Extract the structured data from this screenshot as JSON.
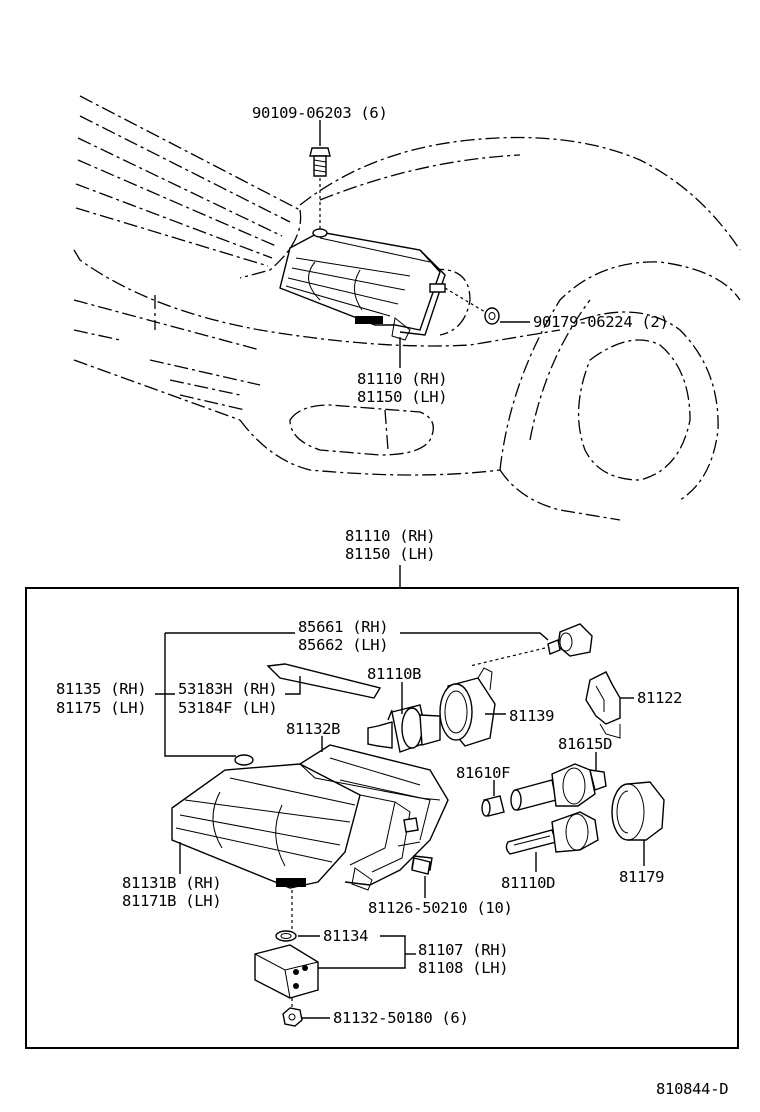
{
  "labels": {
    "bolt_top": "90109-06203 (6)",
    "nut_side": "90179-06224 (2)",
    "assembly_upper_rh": "81110 (RH)",
    "assembly_upper_lh": "81150 (LH)",
    "assembly_box_rh": "81110 (RH)",
    "assembly_box_lh": "81150 (LH)",
    "bulb_85661": "85661 (RH)",
    "bulb_85662": "85662 (LH)",
    "part_81135": "81135 (RH)",
    "part_81175": "81175 (LH)",
    "part_53183h": "53183H (RH)",
    "part_53184f": "53184F (LH)",
    "part_81110b": "81110B",
    "part_81139": "81139",
    "part_81122": "81122",
    "part_81132b": "81132B",
    "part_81615d": "81615D",
    "part_81610f": "81610F",
    "part_81131b": "81131B (RH)",
    "part_81171b": "81171B (LH)",
    "part_81126": "81126-50210 (10)",
    "part_81110d": "81110D",
    "part_81179": "81179",
    "part_81134": "81134",
    "part_81107": "81107 (RH)",
    "part_81108": "81108 (LH)",
    "part_81132_50180": "81132-50180 (6)",
    "diagram_code": "810844-D"
  },
  "icons": [
    "bolt-icon",
    "nut-icon",
    "bulb-icon",
    "socket-icon",
    "ballast-icon",
    "headlamp-icon"
  ]
}
